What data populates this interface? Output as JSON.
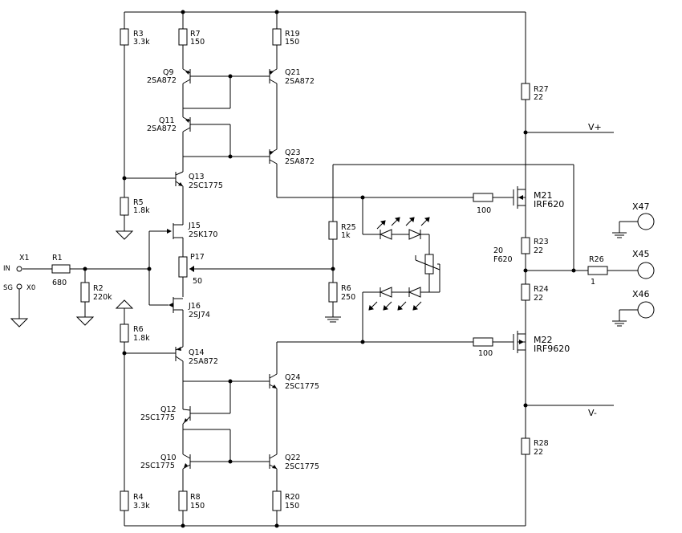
{
  "resistors": {
    "r1": {
      "ref": "R1",
      "value": "680"
    },
    "r2": {
      "ref": "R2",
      "value": "220k"
    },
    "r3": {
      "ref": "R3",
      "value": "3.3k"
    },
    "r4": {
      "ref": "R4",
      "value": "3.3k"
    },
    "r5": {
      "ref": "R5",
      "value": "1.8k"
    },
    "r6a": {
      "ref": "R6",
      "value": "1.8k"
    },
    "r6b": {
      "ref": "R6",
      "value": "250"
    },
    "r7": {
      "ref": "R7",
      "value": "150"
    },
    "r8": {
      "ref": "R8",
      "value": "150"
    },
    "r19": {
      "ref": "R19",
      "value": "150"
    },
    "r20": {
      "ref": "R20",
      "value": "150"
    },
    "r23": {
      "ref": "R23",
      "value": "22"
    },
    "r24": {
      "ref": "R24",
      "value": "22"
    },
    "r25": {
      "ref": "R25",
      "value": "1k"
    },
    "r26": {
      "ref": "R26",
      "value": "1"
    },
    "r27": {
      "ref": "R27",
      "value": "22"
    },
    "r28": {
      "ref": "R28",
      "value": "22"
    },
    "rg1": {
      "ref": "",
      "value": "100"
    },
    "rg2": {
      "ref": "",
      "value": "100"
    },
    "f620": {
      "ref": "20",
      "value": "F620"
    }
  },
  "pot": {
    "ref": "P17",
    "value": "50"
  },
  "transistors": {
    "q9": {
      "ref": "Q9",
      "part": "2SA872"
    },
    "q11": {
      "ref": "Q11",
      "part": "2SA872"
    },
    "q13": {
      "ref": "Q13",
      "part": "2SC1775"
    },
    "q21": {
      "ref": "Q21",
      "part": "2SA872"
    },
    "q23": {
      "ref": "Q23",
      "part": "2SA872"
    },
    "q14": {
      "ref": "Q14",
      "part": "2SA872"
    },
    "q12": {
      "ref": "Q12",
      "part": "2SC1775"
    },
    "q10": {
      "ref": "Q10",
      "part": "2SC1775"
    },
    "q24": {
      "ref": "Q24",
      "part": "2SC1775"
    },
    "q22": {
      "ref": "Q22",
      "part": "2SC1775"
    },
    "j15": {
      "ref": "J15",
      "part": "2SK170"
    },
    "j16": {
      "ref": "J16",
      "part": "2SJ74"
    },
    "m21": {
      "ref": "M21",
      "part": "IRF620"
    },
    "m22": {
      "ref": "M22",
      "part": "IRF9620"
    }
  },
  "rails": {
    "vplus": "V+",
    "vminus": "V-"
  },
  "connectors": {
    "x1": "X1",
    "in": "IN",
    "sg": "SG",
    "x0": "X0",
    "x47": "X47",
    "x45": "X45",
    "x46": "X46"
  }
}
